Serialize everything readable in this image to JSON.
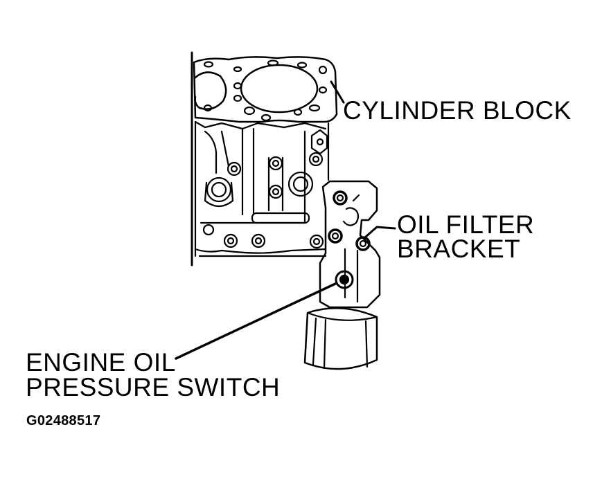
{
  "labels": {
    "cylinder_block": "CYLINDER BLOCK",
    "oil_filter_bracket_line1": "OIL FILTER",
    "oil_filter_bracket_line2": "BRACKET",
    "pressure_switch_line1": "ENGINE OIL",
    "pressure_switch_line2": "PRESSURE SWITCH"
  },
  "figure_code": "G02488517",
  "colors": {
    "line": "#000000",
    "background": "#ffffff"
  }
}
